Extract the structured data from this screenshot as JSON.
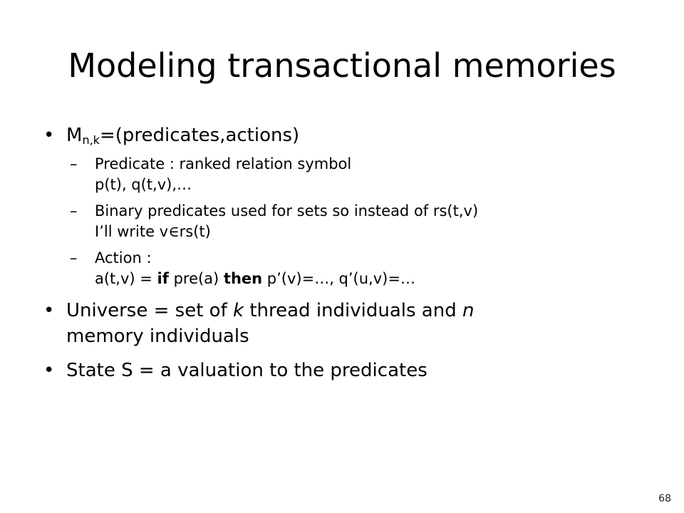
{
  "slide": {
    "title": "Modeling transactional memories",
    "page_number": "68",
    "bullets": [
      {
        "marker": "•",
        "pre": "M",
        "sub": "n,k",
        "post": "=(predicates,actions)"
      },
      {
        "marker": "•",
        "line1_pre": "Universe = set of ",
        "line1_k": "k",
        "line1_mid": " thread individuals and ",
        "line1_n": "n",
        "line2": "memory individuals"
      },
      {
        "marker": "•",
        "text": "State S = a valuation to the predicates"
      }
    ],
    "subbullets": [
      {
        "marker": "–",
        "line1": "Predicate : ranked relation symbol",
        "line2": "p(t), q(t,v),…"
      },
      {
        "marker": "–",
        "line1": "Binary predicates used for sets so instead of rs(t,v)",
        "line2_pre": "I’ll write v",
        "line2_sym": "∈",
        "line2_post": "rs(t)"
      },
      {
        "marker": "–",
        "line1": "Action :",
        "line2_a": "a(t,v) = ",
        "line2_if": "if",
        "line2_b": " pre(a) ",
        "line2_then": "then",
        "line2_c": " p’(v)=…, q’(u,v)=…"
      }
    ]
  }
}
